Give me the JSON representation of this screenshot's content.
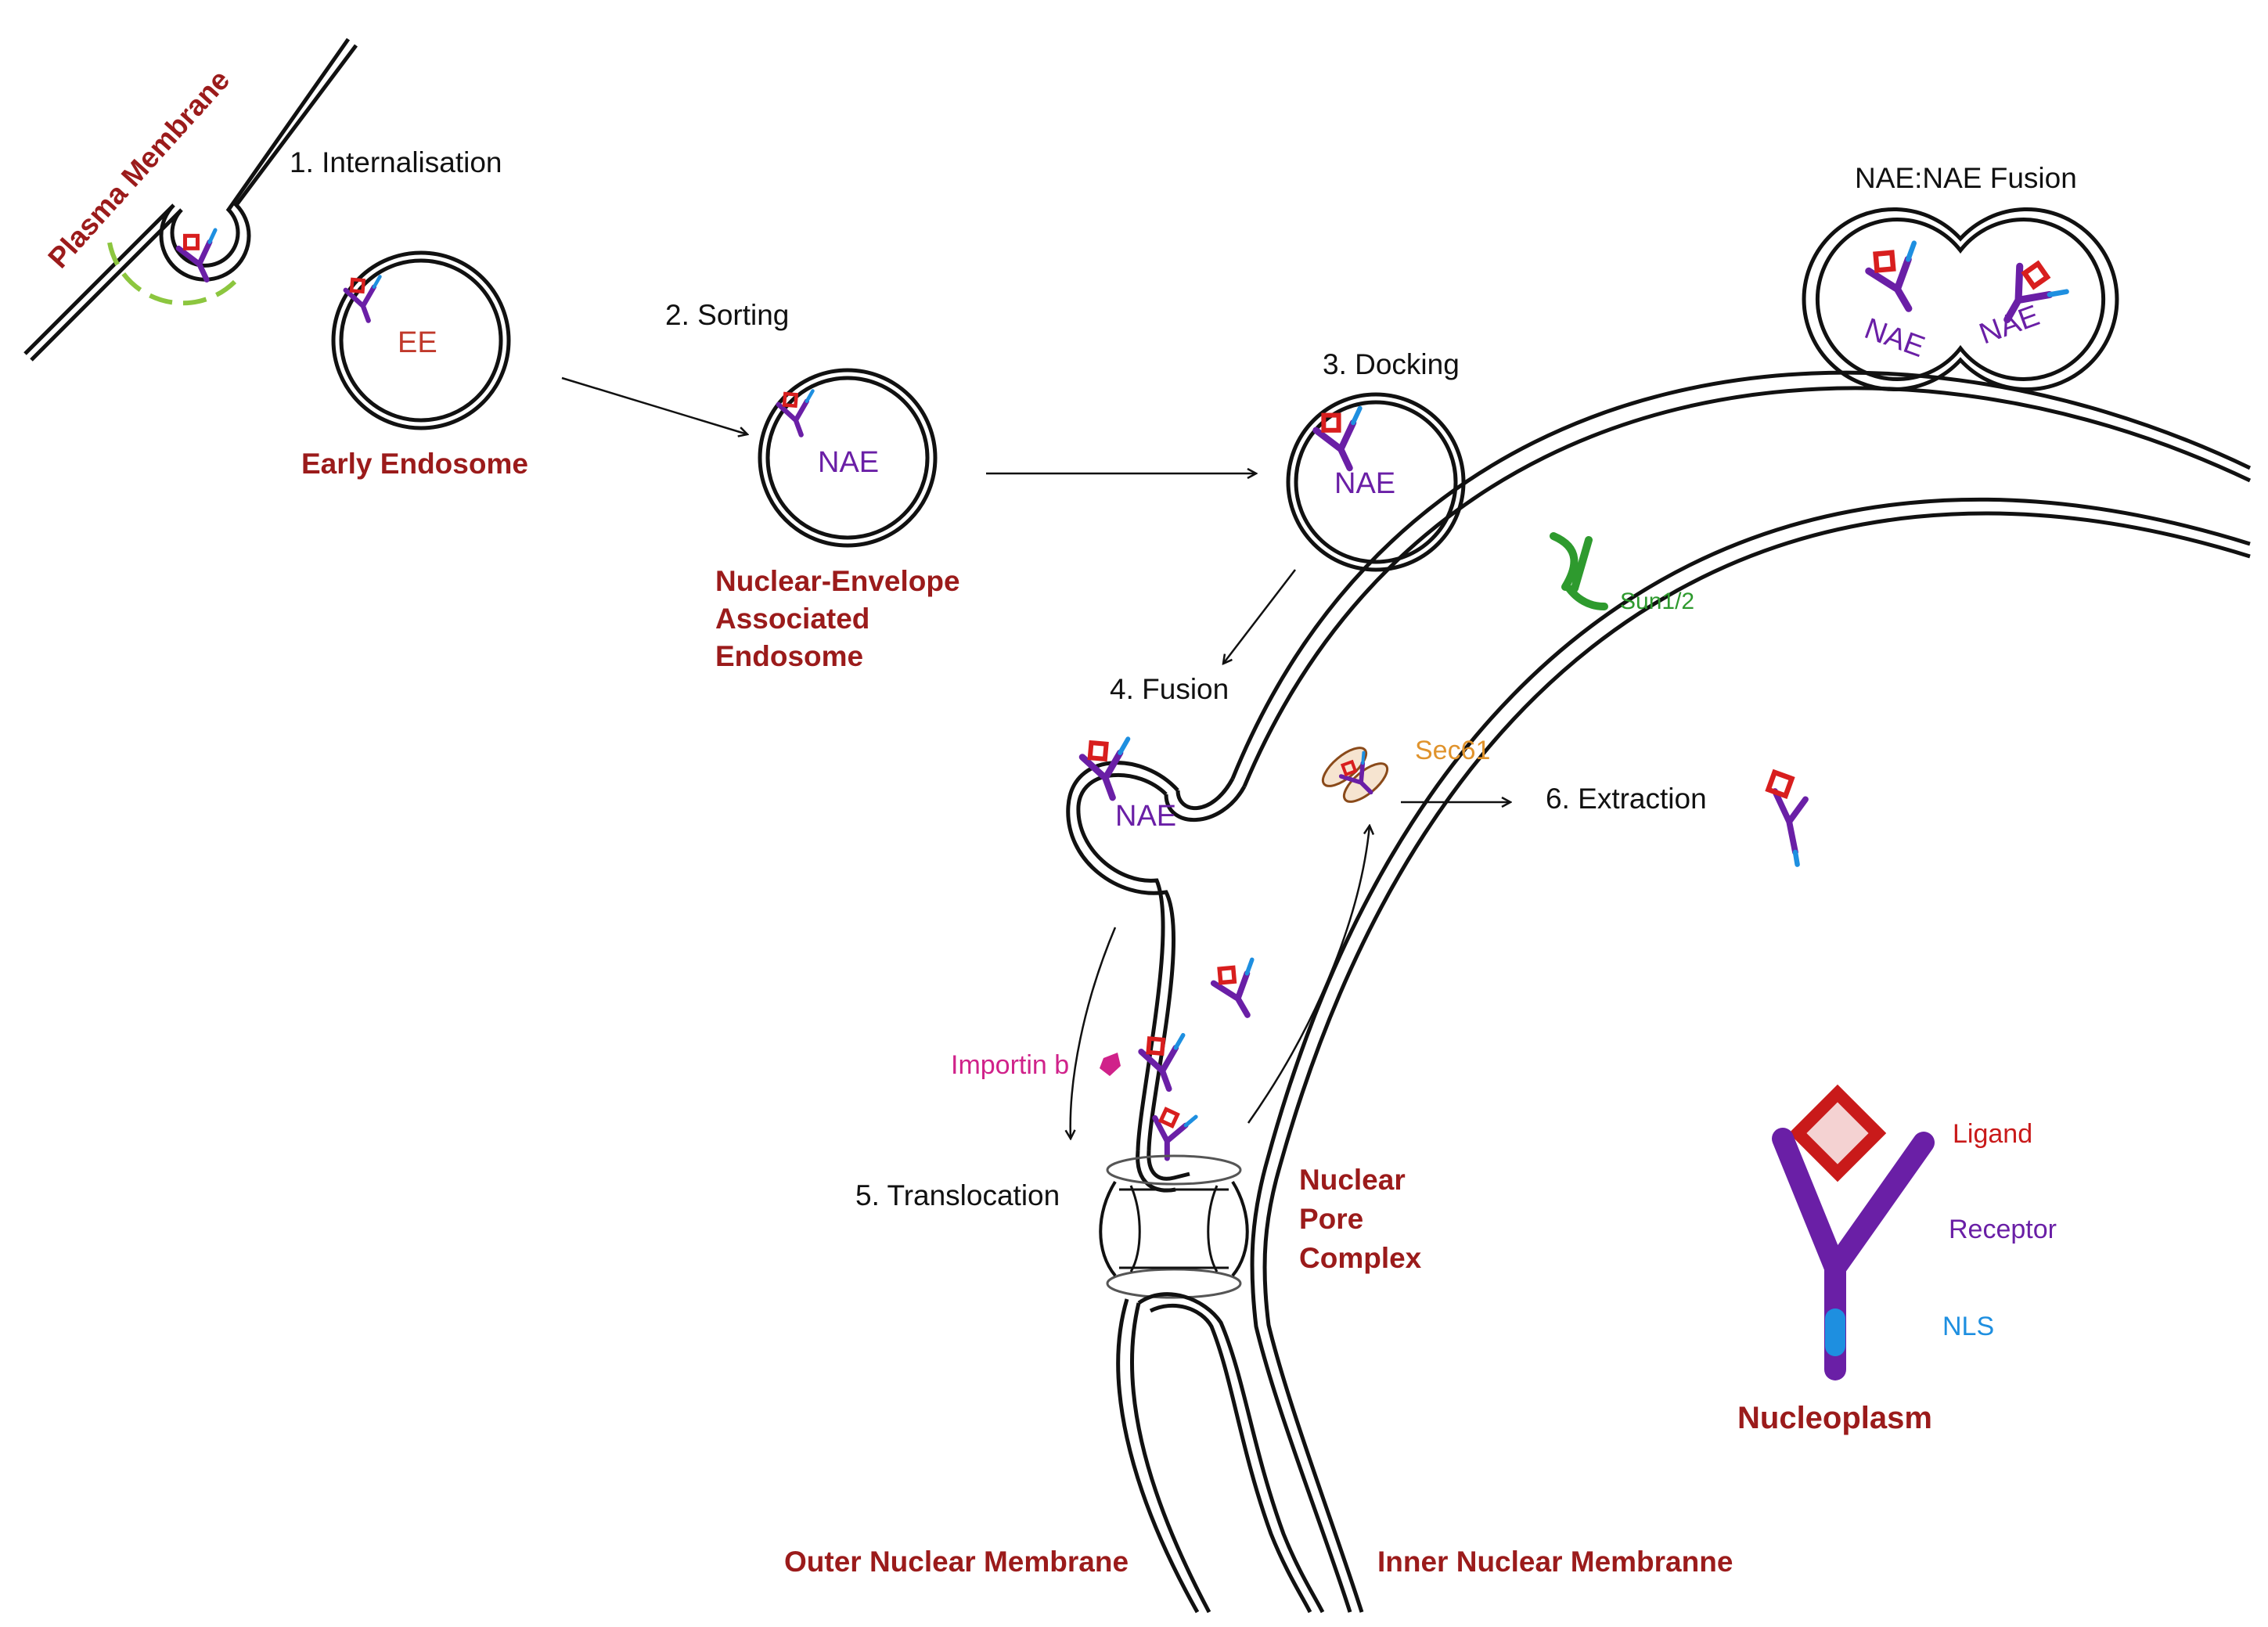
{
  "steps": {
    "s1": "1. Internalisation",
    "s2": "2. Sorting",
    "s3": "3. Docking",
    "s4": "4. Fusion",
    "s5": "5. Translocation",
    "s6": "6. Extraction",
    "fusion": "NAE:NAE Fusion"
  },
  "labels": {
    "plasma_membrane": "Plasma Membrane",
    "ee": "EE",
    "early_endosome": "Early Endosome",
    "nae": "NAE",
    "nae_line1": "Nuclear-Envelope",
    "nae_line2": "Associated",
    "nae_line3": "Endosome",
    "sun": "Sun1/2",
    "sec61": "Sec61",
    "importin": "Importin b",
    "npc_line1": "Nuclear",
    "npc_line2": "Pore",
    "npc_line3": "Complex",
    "outer_nm": "Outer Nuclear Membrane",
    "inner_nm": "Inner Nuclear Membranne",
    "nucleoplasm": "Nucleoplasm"
  },
  "legend": {
    "ligand": "Ligand",
    "receptor": "Receptor",
    "nls": "NLS"
  },
  "colors": {
    "membrane": "#111111",
    "dark_red": "#9b1b1b",
    "ligand": "#d81e1e",
    "receptor": "#6a1fa6",
    "nls": "#1e8fe0",
    "sun": "#2e9a2e",
    "sec61": "#e0932c",
    "importin": "#d0228a",
    "coat": "#8cc63f"
  }
}
